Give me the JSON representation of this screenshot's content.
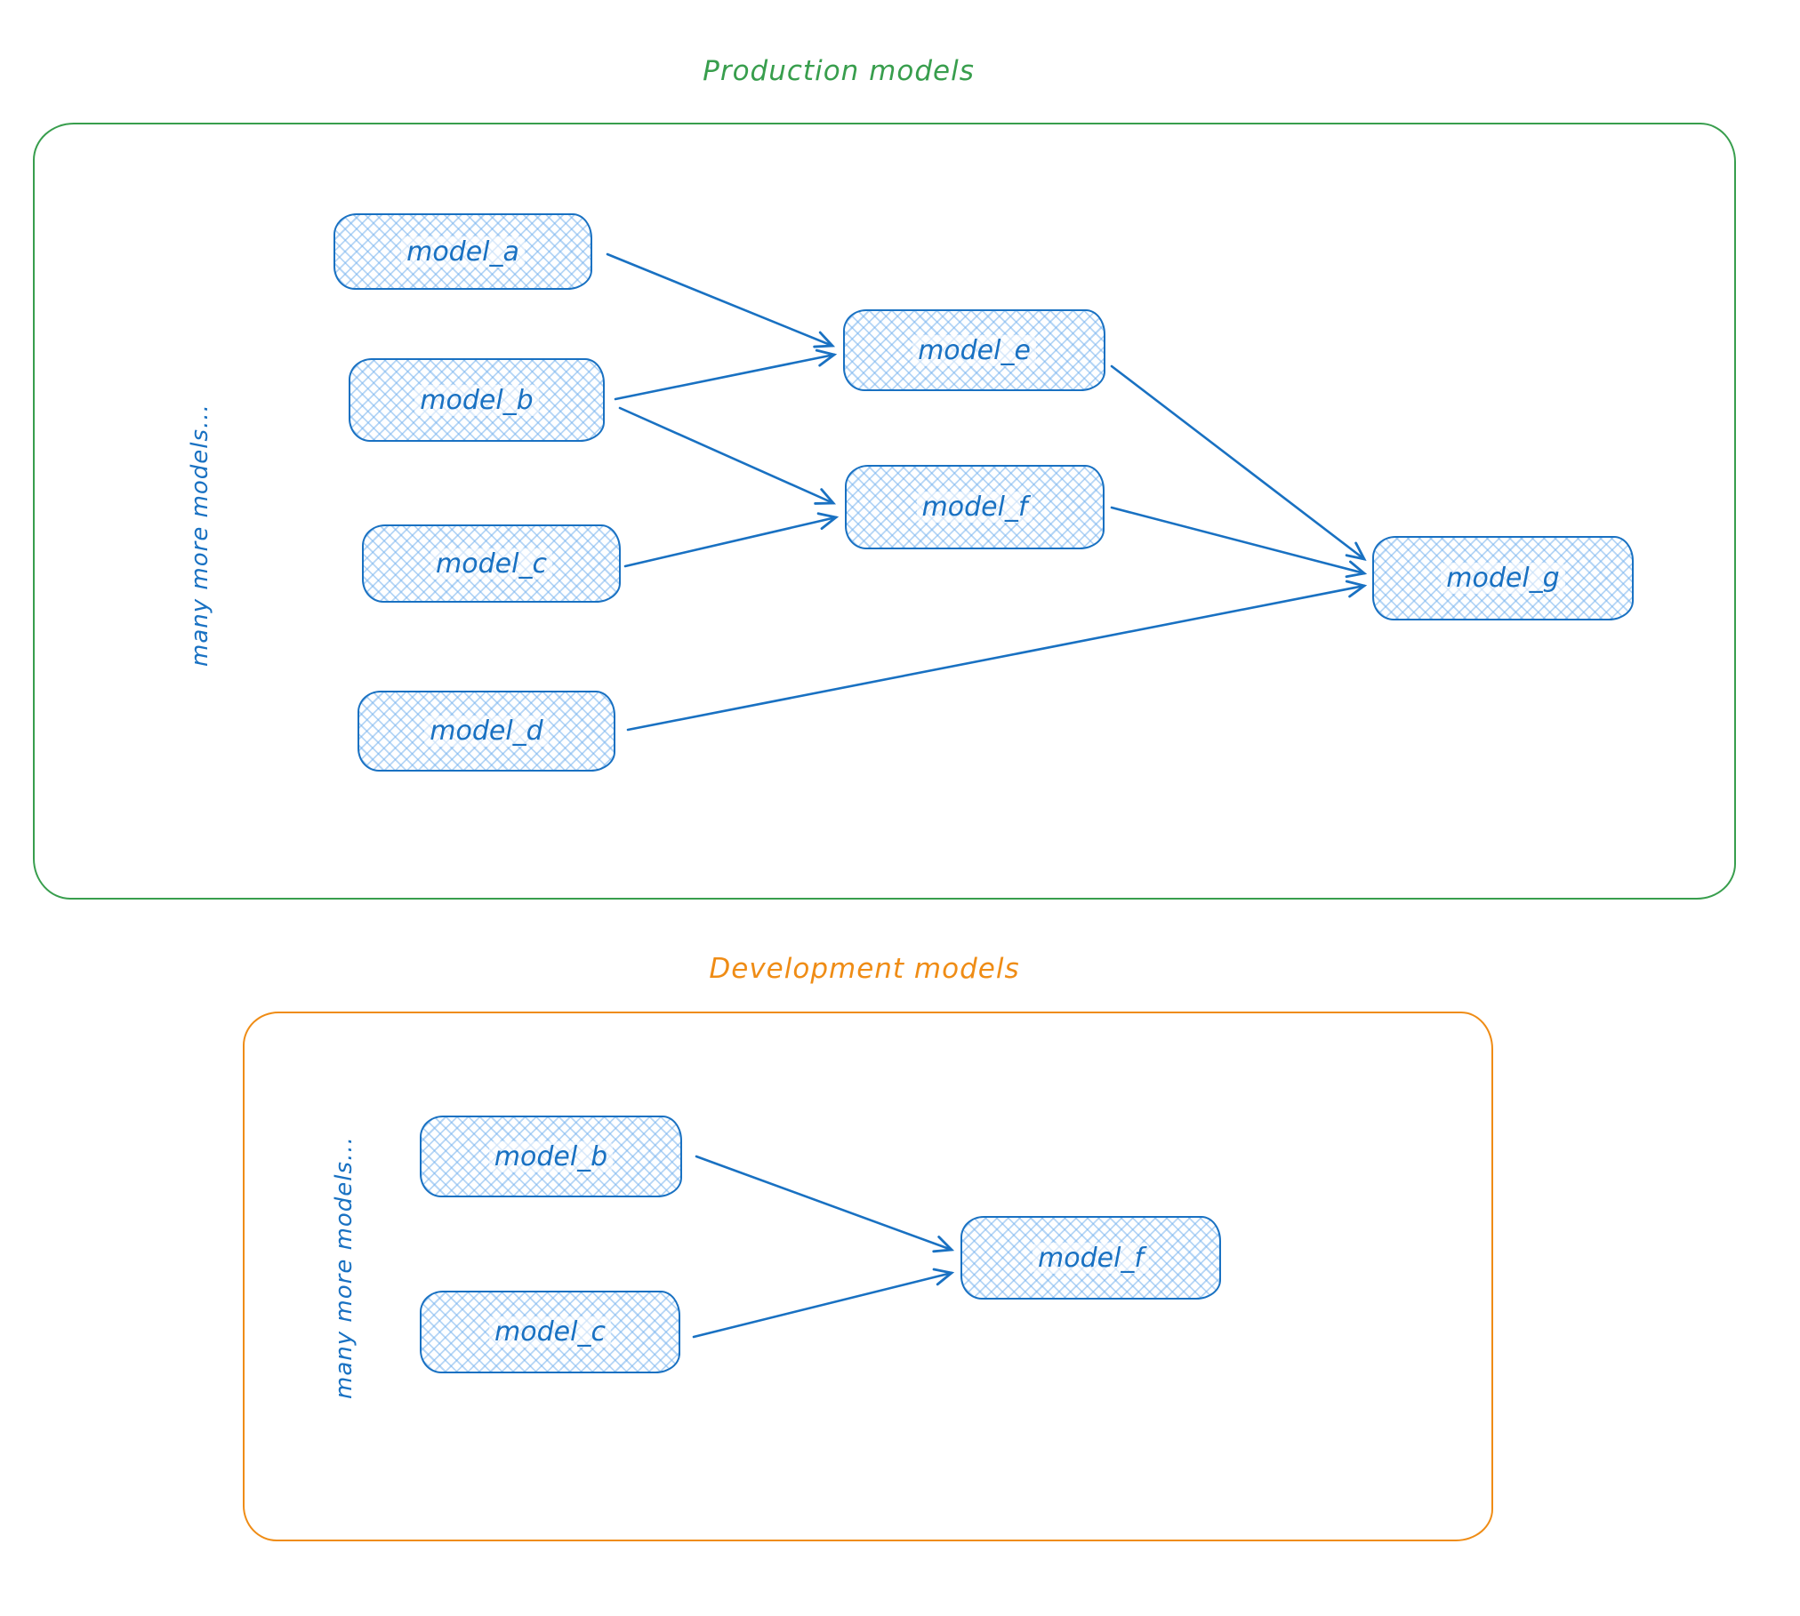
{
  "colors": {
    "production_accent": "#389e4d",
    "development_accent": "#ef8c15",
    "node_stroke": "#1971c2",
    "node_fill_hatch": "#bcdcf8",
    "arrow": "#1971c2"
  },
  "production": {
    "title": "Production models",
    "side_note": "many more models...",
    "nodes": {
      "a": {
        "label": "model_a"
      },
      "b": {
        "label": "model_b"
      },
      "c": {
        "label": "model_c"
      },
      "d": {
        "label": "model_d"
      },
      "e": {
        "label": "model_e"
      },
      "f": {
        "label": "model_f"
      },
      "g": {
        "label": "model_g"
      }
    },
    "edges": [
      {
        "from": "model_a",
        "to": "model_e"
      },
      {
        "from": "model_b",
        "to": "model_e"
      },
      {
        "from": "model_b",
        "to": "model_f"
      },
      {
        "from": "model_c",
        "to": "model_f"
      },
      {
        "from": "model_e",
        "to": "model_g"
      },
      {
        "from": "model_f",
        "to": "model_g"
      },
      {
        "from": "model_d",
        "to": "model_g"
      }
    ]
  },
  "development": {
    "title": "Development models",
    "side_note": "many more models...",
    "nodes": {
      "b": {
        "label": "model_b"
      },
      "c": {
        "label": "model_c"
      },
      "f": {
        "label": "model_f"
      }
    },
    "edges": [
      {
        "from": "model_b",
        "to": "model_f"
      },
      {
        "from": "model_c",
        "to": "model_f"
      }
    ]
  }
}
